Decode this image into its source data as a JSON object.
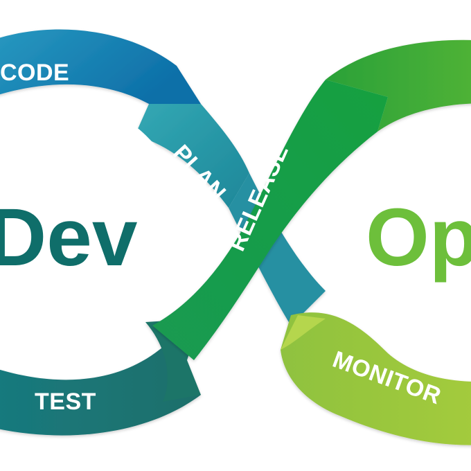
{
  "diagram": {
    "left_word": "Dev",
    "right_word": "Op",
    "stages": {
      "code": "CODE",
      "plan": "PLAN",
      "release": "RELEASE",
      "test": "TEST",
      "monitor": "MONITOR"
    }
  },
  "colors": {
    "dev_text": "#0f6e6a",
    "ops_text": "#6dbf3b",
    "code_blue": "#1a7fb7",
    "plan_teal": "#2a9aa6",
    "test_teal": "#1a7a78",
    "release_green": "#1fa14a",
    "top_right_green": "#3ca82f",
    "monitor_lime": "#9cc63a"
  }
}
